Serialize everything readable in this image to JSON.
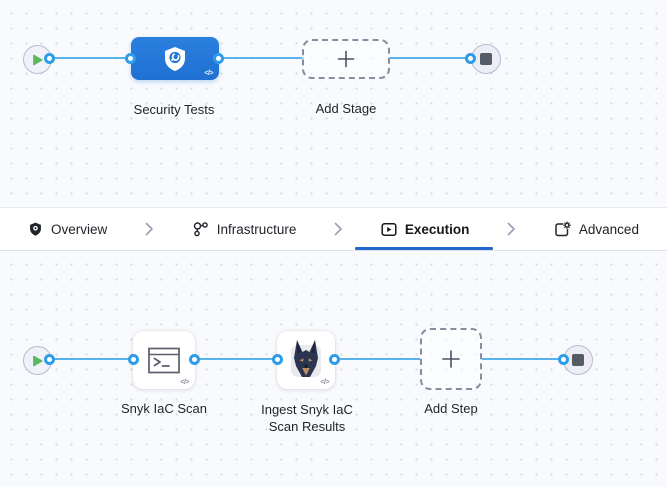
{
  "app": {
    "name": "pipeline-stage-editor",
    "colors": {
      "canvas_bg": "#f9fafd",
      "grid_dot": "#d6d9e1",
      "edge_blue": "#58b3ea",
      "port_ring_blue": "#2e9ce8",
      "stage_node_blue": "#2277d8",
      "active_tab_underline": "#1f67c9",
      "start_play_green": "#5db761",
      "stop_square_gray": "#565b68",
      "label_text": "#22252b"
    }
  },
  "stage_graph": {
    "start_node": {
      "icon": "play-icon"
    },
    "end_node": {
      "icon": "stop-icon"
    },
    "stage": {
      "label": "Security Tests",
      "icon": "security-shield-icon",
      "code_glyph": "</>"
    },
    "add_stage": {
      "label": "Add Stage",
      "icon": "plus-icon"
    }
  },
  "tabs": {
    "separator_icon": "chevron-right-icon",
    "items": [
      {
        "label": "Overview",
        "icon": "shield-icon",
        "active": false
      },
      {
        "label": "Infrastructure",
        "icon": "infrastructure-nodes-icon",
        "active": false
      },
      {
        "label": "Execution",
        "icon": "execution-play-icon",
        "active": true
      },
      {
        "label": "Advanced",
        "icon": "advanced-settings-icon",
        "active": false
      }
    ]
  },
  "execution_graph": {
    "start_node": {
      "icon": "play-icon"
    },
    "end_node": {
      "icon": "stop-icon"
    },
    "steps": [
      {
        "label": "Snyk IaC Scan",
        "icon": "terminal-icon",
        "code_glyph": "</>"
      },
      {
        "label": "Ingest Snyk IaC Scan Results",
        "icon": "snyk-dog-logo",
        "code_glyph": "</>"
      }
    ],
    "add_step": {
      "label": "Add Step",
      "icon": "plus-icon"
    }
  }
}
